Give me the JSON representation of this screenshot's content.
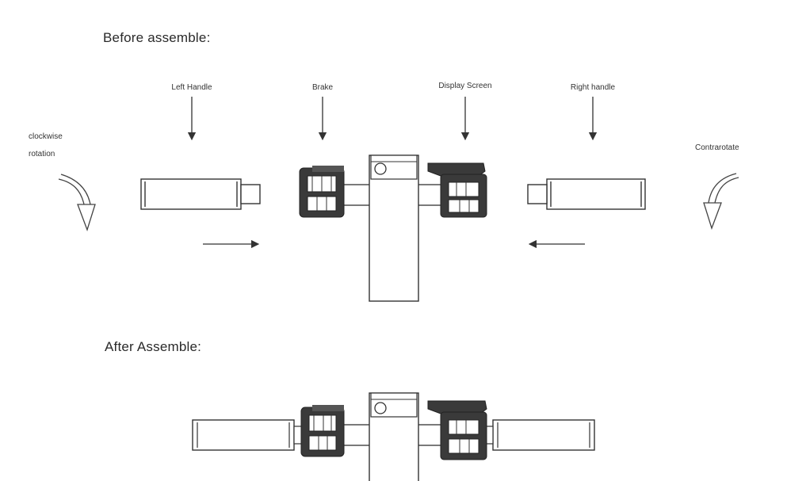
{
  "headings": {
    "before": "Before assemble:",
    "after": "After Assemble:"
  },
  "labels": {
    "left_handle": "Left Handle",
    "brake": "Brake",
    "display_screen": "Display Screen",
    "right_handle": "Right handle",
    "clockwise_line1": "clockwise",
    "clockwise_line2": "rotation",
    "contrarotate": "Contrarotate"
  },
  "colors": {
    "line": "#333333",
    "dark_part": "#3a3a3a"
  }
}
